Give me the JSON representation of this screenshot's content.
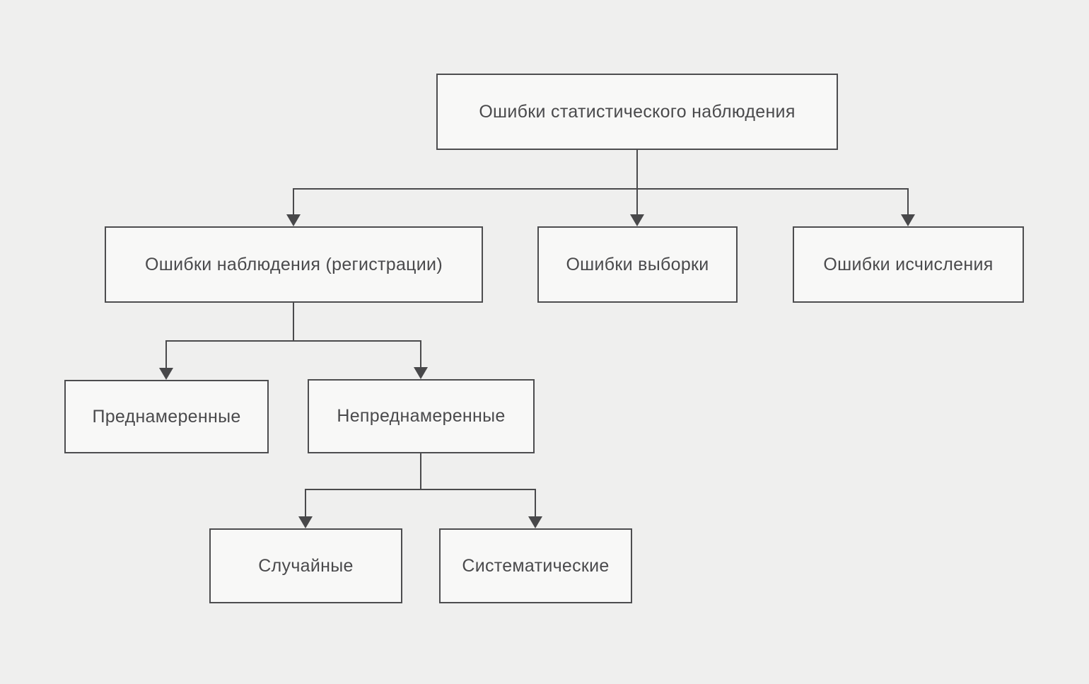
{
  "diagram": {
    "title": "Ошибки статистического наблюдения",
    "type": "flowchart-tree",
    "nodes": {
      "root": {
        "label": "Ошибки статистического наблюдения"
      },
      "registration": {
        "label": "Ошибки наблюдения (регистрации)"
      },
      "sampling": {
        "label": "Ошибки выборки"
      },
      "calculation": {
        "label": "Ошибки исчисления"
      },
      "intentional": {
        "label": "Преднамеренные"
      },
      "unintentional": {
        "label": "Непреднамеренные"
      },
      "random": {
        "label": "Случайные"
      },
      "systematic": {
        "label": "Систематические"
      }
    },
    "edges": [
      {
        "from": "root",
        "to": "registration"
      },
      {
        "from": "root",
        "to": "sampling"
      },
      {
        "from": "root",
        "to": "calculation"
      },
      {
        "from": "registration",
        "to": "intentional"
      },
      {
        "from": "registration",
        "to": "unintentional"
      },
      {
        "from": "unintentional",
        "to": "random"
      },
      {
        "from": "unintentional",
        "to": "systematic"
      }
    ],
    "colors": {
      "background": "#efefee",
      "node_fill": "#f8f8f7",
      "node_border": "#4d4d4f",
      "connector": "#4a4a4c",
      "text": "#4a4a4c"
    }
  }
}
